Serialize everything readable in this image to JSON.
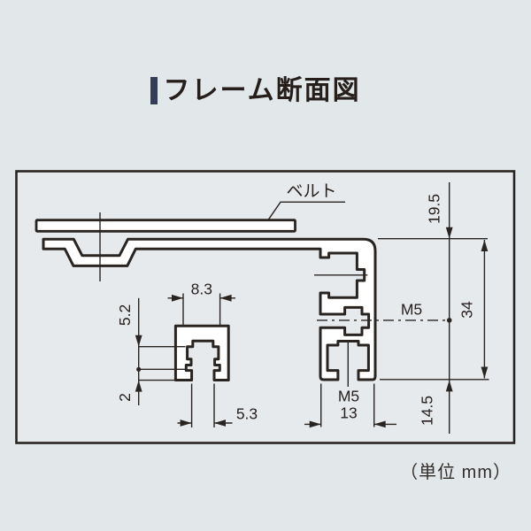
{
  "title": "フレーム断面図",
  "unit_note": "（単位 mm）",
  "diagram": {
    "belt_label": "ベルト",
    "m5_side_label": "M5",
    "m5_bottom_label": "M5",
    "dims": {
      "top_offset": "19.5",
      "body_height": "34",
      "bottom_offset": "14.5",
      "slot_top_width": "8.3",
      "slot_depth": "5.2",
      "lip_thickness": "2",
      "slot_opening": "5.3",
      "body_width": "13"
    },
    "colors": {
      "line": "#2a2421",
      "accent_bar": "#333d57",
      "background": "#e2e7ea",
      "panel": "#e7eaed",
      "shape_fill": "#ffffff"
    }
  }
}
